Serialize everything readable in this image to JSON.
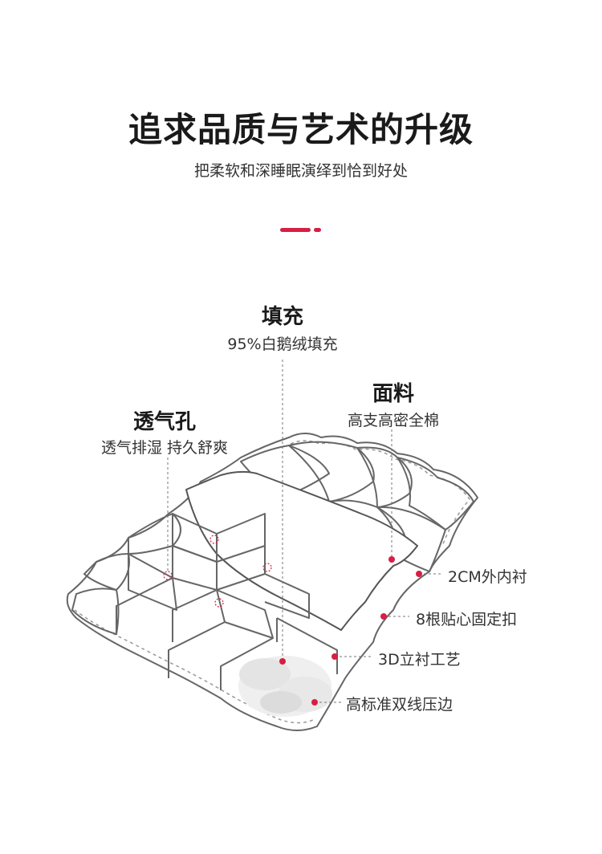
{
  "header": {
    "title": "追求品质与艺术的升级",
    "subtitle": "把柔软和深睡眠演绎到恰到好处"
  },
  "colors": {
    "accent": "#d61f43",
    "line": "#555555",
    "text": "#333333"
  },
  "callouts": {
    "filling": {
      "title": "填充",
      "desc": "95%白鹅绒填充"
    },
    "fabric": {
      "title": "面料",
      "desc": "高支高密全棉"
    },
    "vent": {
      "title": "透气孔",
      "desc": "透气排湿 持久舒爽"
    },
    "lining": "2CM外内衬",
    "buttons": "8根贴心固定扣",
    "craft": "3D立衬工艺",
    "edge": "高标准双线压边"
  }
}
